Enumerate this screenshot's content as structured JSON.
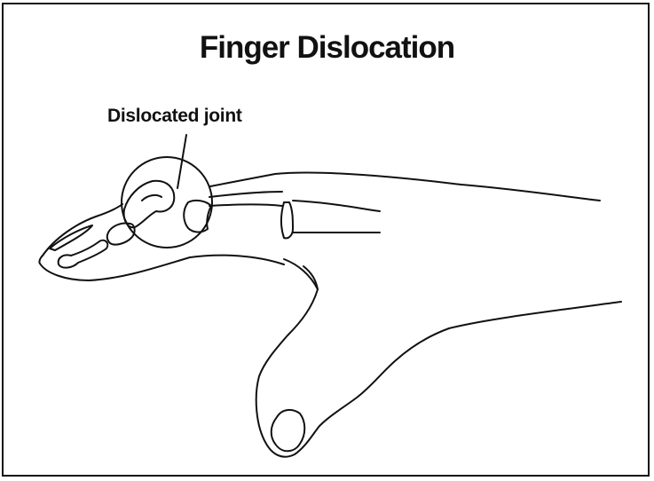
{
  "diagram": {
    "title": "Finger Dislocation",
    "labels": [
      {
        "id": "dislocated-joint",
        "text": "Dislocated joint"
      }
    ]
  }
}
